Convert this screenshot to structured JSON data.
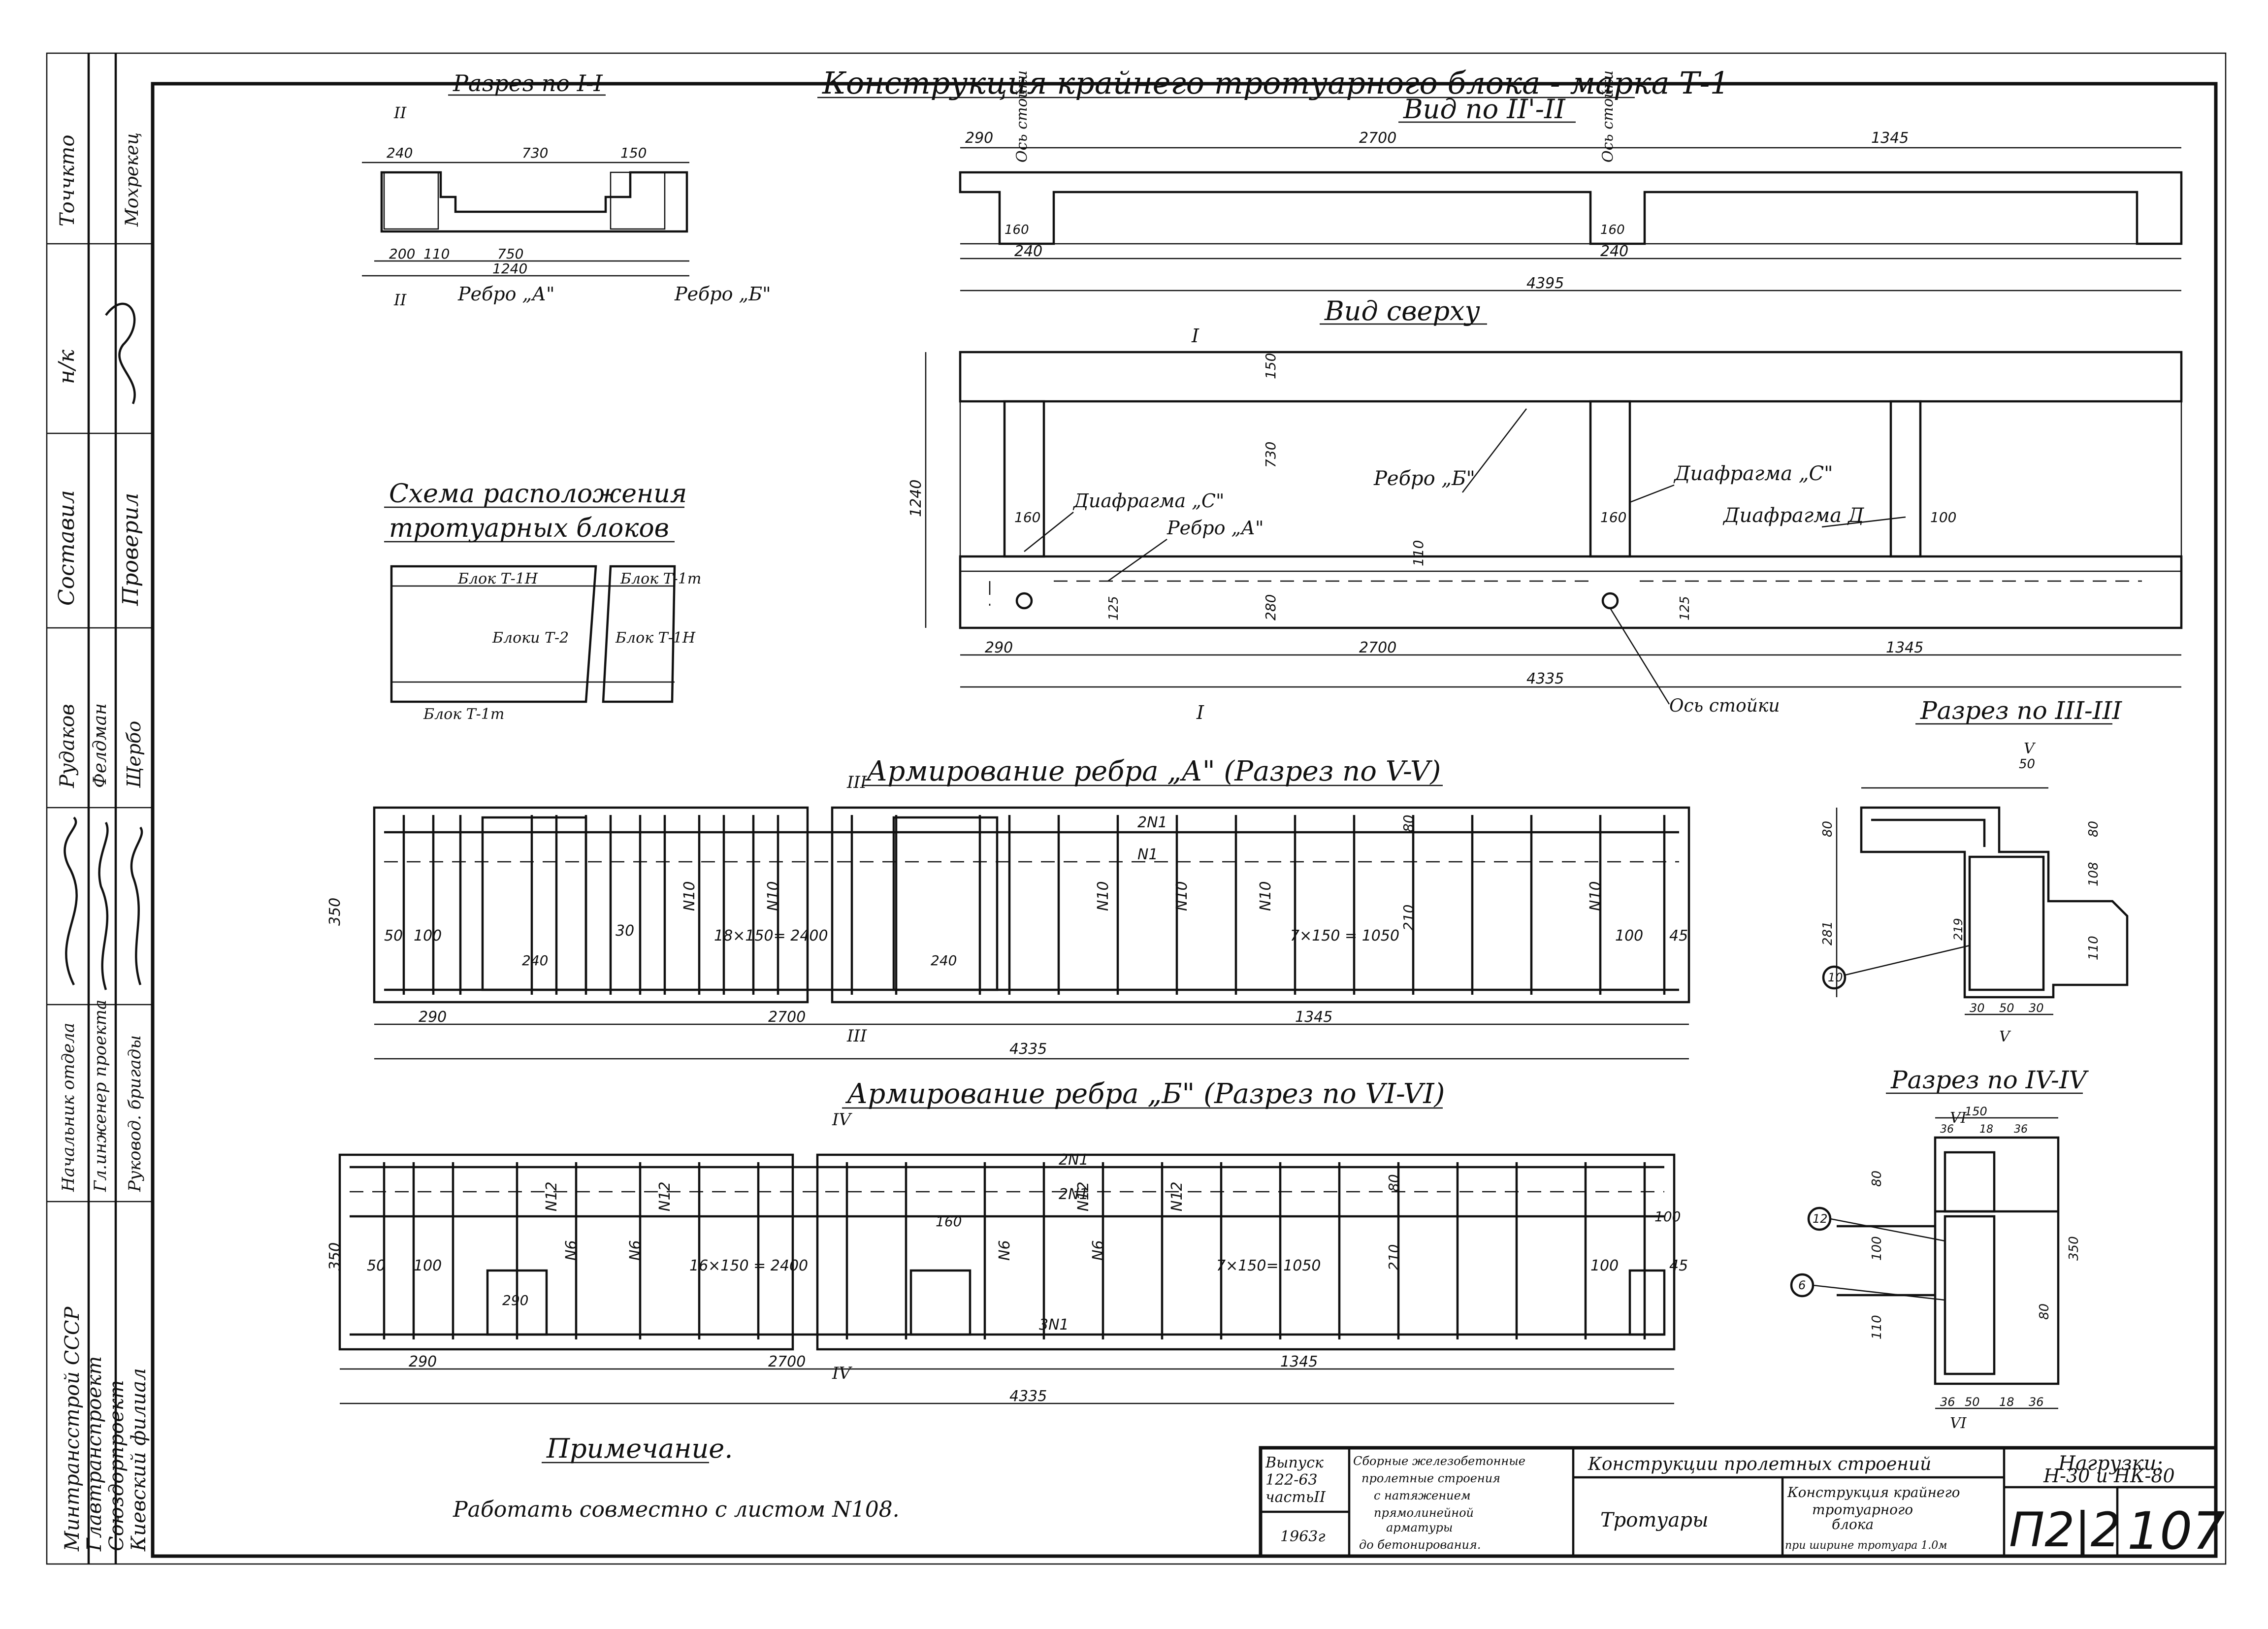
{
  "sidebar": {
    "roles": [
      "Точчкто",
      "н/к",
      "Составил",
      "Проверил",
      "Рудаков",
      "фелдман",
      "Щербо",
      "Начальник отдела",
      "Гл.инженер проекта",
      "Руковод. бригады"
    ],
    "names": [
      "Мохрекец",
      "Рудаков",
      "Фелдман",
      "Щербо"
    ],
    "org": [
      "Минтрансстрой СССР",
      "Главтранспроект",
      "Союздорпроект",
      "Киевский филиал"
    ]
  },
  "drawing": {
    "main_title": "Конструкция крайнего тротуарного блока - марка Т-1",
    "section_11": "Разрез по I-I",
    "view_22": "Вид по II'-II",
    "top_view": "Вид сверху",
    "layout_scheme": [
      "Схема расположения",
      "тротуарных блоков"
    ],
    "blocks": [
      "Блок Т-1Н",
      "Блок Т-1m",
      "Блоки Т-2",
      "Блок Т-1Н",
      "Блок Т-1m"
    ],
    "ribs": [
      "Ребро „А\"",
      "Ребро „Б\""
    ],
    "diaphragms": [
      "Диафрагма „С\"",
      "Диафрагма „С\"",
      "Диафрагма Д"
    ],
    "post_axis": "Ось стойки",
    "arm_a": "Армирование ребра „А\" (Разрез по V-V)",
    "arm_b": "Армирование ребра „Б\" (Разрез по VI-VI)",
    "section_33": "Разрез по III-III",
    "section_44": "Разрез по IV-IV",
    "note_title": "Примечание.",
    "note_text": "Работать совместно с листом N108.",
    "dims": {
      "d290": "290",
      "d2700": "2700",
      "d1345": "1345",
      "d4335": "4335",
      "d4395": "4395",
      "d1240": "1240",
      "d750": "750",
      "d730": "730",
      "d160": "160",
      "d110": "110",
      "d100": "100",
      "d150": "150",
      "d280": "280",
      "d240": "240",
      "d350": "350",
      "d200": "200",
      "d125": "125",
      "d50": "50",
      "d30": "30",
      "d45": "45",
      "d80": "80",
      "d210": "210",
      "d108": "108",
      "d281": "281",
      "d219": "219",
      "d36": "36",
      "d18": "18",
      "a_pitch1": "18×150= 2400",
      "a_pitch2": "7×150 = 1050",
      "b_pitch1": "16×150 = 2400",
      "b_pitch2": "7×150= 1050",
      "n1_2": "2N1",
      "n1_1": "N1",
      "n1_3": "3N1",
      "n10": "N10",
      "n12": "N12",
      "n6": "N6",
      "c10": "10",
      "c12": "12",
      "c6": "6"
    }
  },
  "title_block": {
    "issue": [
      "Выпуск",
      "122-63",
      "частьII"
    ],
    "year": "1963г",
    "description": [
      "Сборные железобетонные",
      "пролетные строения",
      "с натяжением",
      "прямолинейной",
      "арматуры",
      "до бетонирования."
    ],
    "category": "Конструкции пролетных строений",
    "section": "Тротуары",
    "sheet_title": [
      "Конструкция крайнего",
      "тротуарного",
      "блока",
      "при ширине тротуара 1.0м"
    ],
    "loads_label": "Нагрузки:",
    "loads_value": "Н-30 и НК-80",
    "code": "П2|2",
    "sheet_no": "107"
  }
}
